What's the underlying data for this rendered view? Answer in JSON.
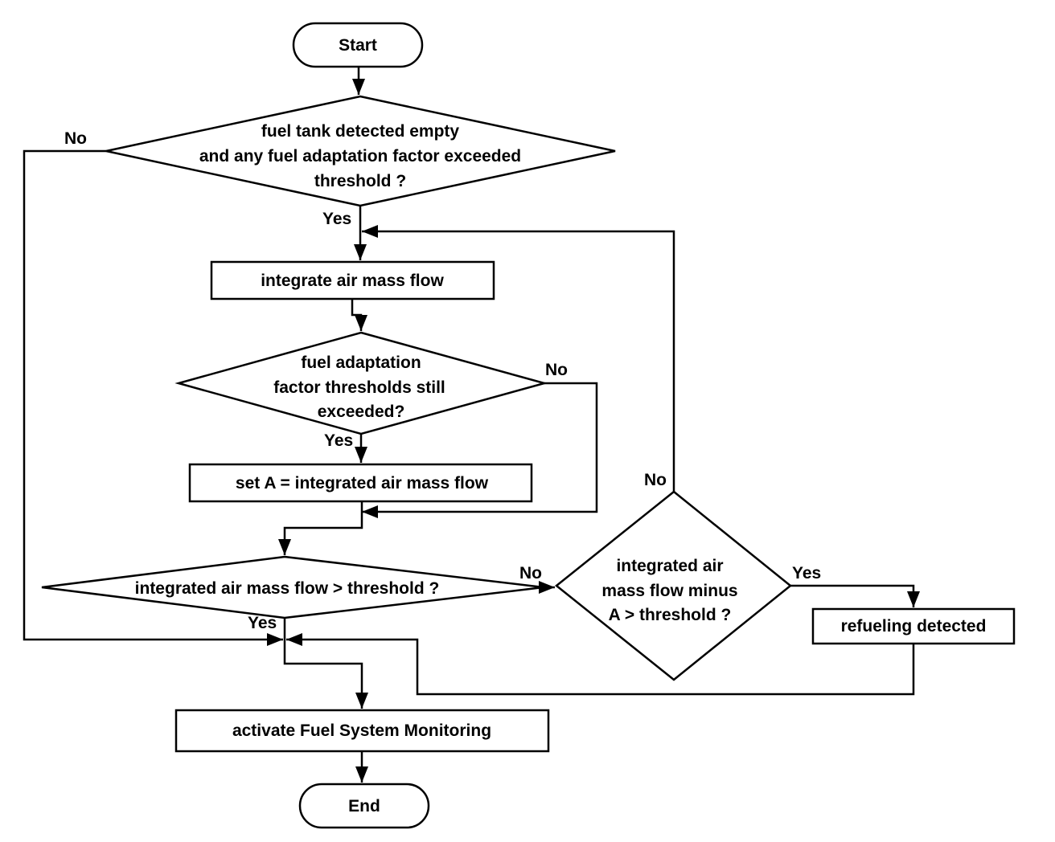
{
  "flowchart": {
    "start": "Start",
    "end": "End",
    "decision_tank": {
      "line1": "fuel tank detected empty",
      "line2": "and any fuel adaptation factor exceeded",
      "line3": "threshold ?",
      "no": "No",
      "yes": "Yes"
    },
    "process_integrate": "integrate air mass flow",
    "decision_adapt": {
      "line1": "fuel adaptation",
      "line2": "factor thresholds still",
      "line3": "exceeded?",
      "no": "No",
      "yes": "Yes"
    },
    "process_set_a": "set A = integrated air mass flow",
    "decision_flow": {
      "label": "integrated air mass flow > threshold ?",
      "no": "No",
      "yes": "Yes"
    },
    "decision_minus": {
      "line1": "integrated air",
      "line2": "mass flow minus",
      "line3": "A > threshold ?",
      "no": "No",
      "yes": "Yes"
    },
    "process_refuel": "refueling detected",
    "process_activate": "activate Fuel System Monitoring"
  }
}
